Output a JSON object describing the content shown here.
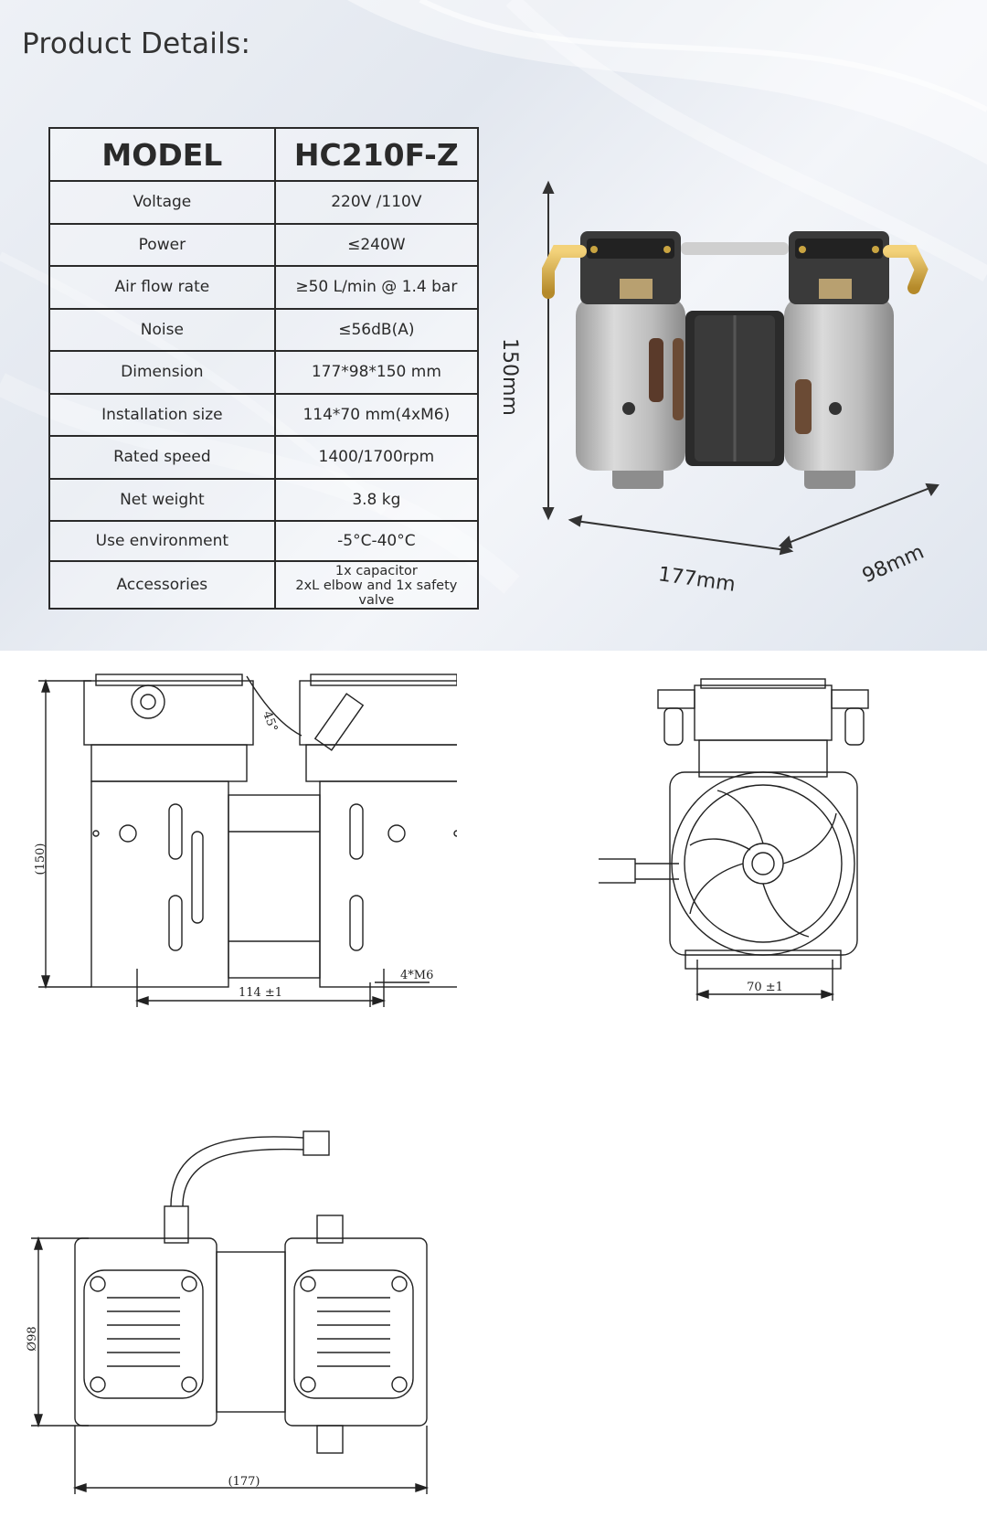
{
  "title": "Product Details:",
  "spec_table": {
    "model_label": "MODEL",
    "model_value": "HC210F-Z",
    "rows": [
      {
        "label": "Voltage",
        "value": "220V /110V"
      },
      {
        "label": "Power",
        "value": "≤240W"
      },
      {
        "label": "Air flow rate",
        "value": "≥50 L/min @ 1.4 bar"
      },
      {
        "label": "Noise",
        "value": "≤56dB(A)"
      },
      {
        "label": "Dimension",
        "value": "177*98*150 mm"
      },
      {
        "label": "Installation size",
        "value": "114*70 mm(4xM6)"
      },
      {
        "label": "Rated speed",
        "value": "1400/1700rpm"
      },
      {
        "label": "Net weight",
        "value": "3.8 kg"
      },
      {
        "label": "Use environment",
        "value": "-5°C-40°C"
      }
    ],
    "accessories_label": "Accessories",
    "accessories_lines": [
      "1x capacitor",
      "2xL elbow and 1x safety valve"
    ]
  },
  "photo_dimensions": {
    "height": "150mm",
    "length": "177mm",
    "width": "98mm"
  },
  "drawing_front": {
    "height": "(150)",
    "angle": "45°",
    "mount_spacing": "114 ±1",
    "bolts": "4*M6"
  },
  "drawing_side": {
    "mount_spacing": "70 ±1"
  },
  "drawing_top": {
    "diameter": "Ø98",
    "length": "(177)"
  }
}
